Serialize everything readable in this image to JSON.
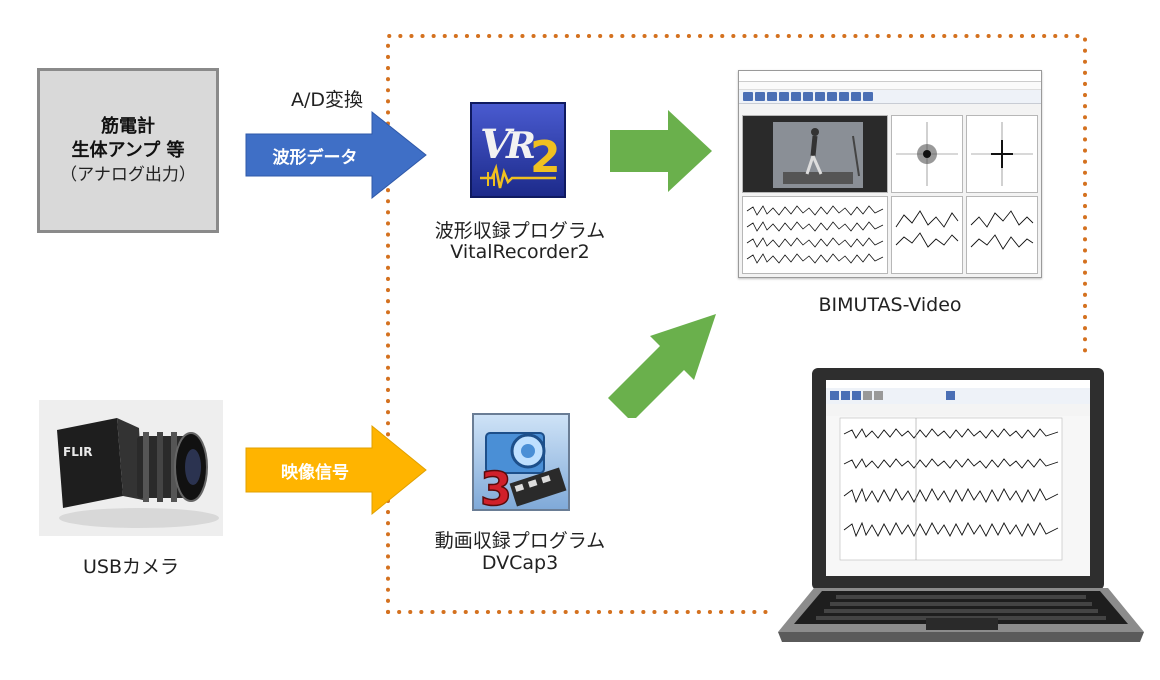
{
  "source": {
    "line1": "筋電計",
    "line2": "生体アンプ 等",
    "line3": "（アナログ出力）"
  },
  "ad_label": "A/D変換",
  "arrows": {
    "waveform_label": "波形データ",
    "video_label": "映像信号",
    "colors": {
      "blue": "#3f6fc6",
      "orange": "#ffb400",
      "green": "#6ab04c",
      "dotted": "#d4711f"
    }
  },
  "vr2": {
    "icon_text": "VR2",
    "caption_line1": "波形収録プログラム",
    "caption_line2": "VitalRecorder2"
  },
  "dvcap": {
    "icon_text": "3",
    "caption_line1": "動画収録プログラム",
    "caption_line2": "DVCap3"
  },
  "camera": {
    "brand": "FLIR",
    "caption": "USBカメラ"
  },
  "bimutas": {
    "caption": "BIMUTAS-Video"
  }
}
